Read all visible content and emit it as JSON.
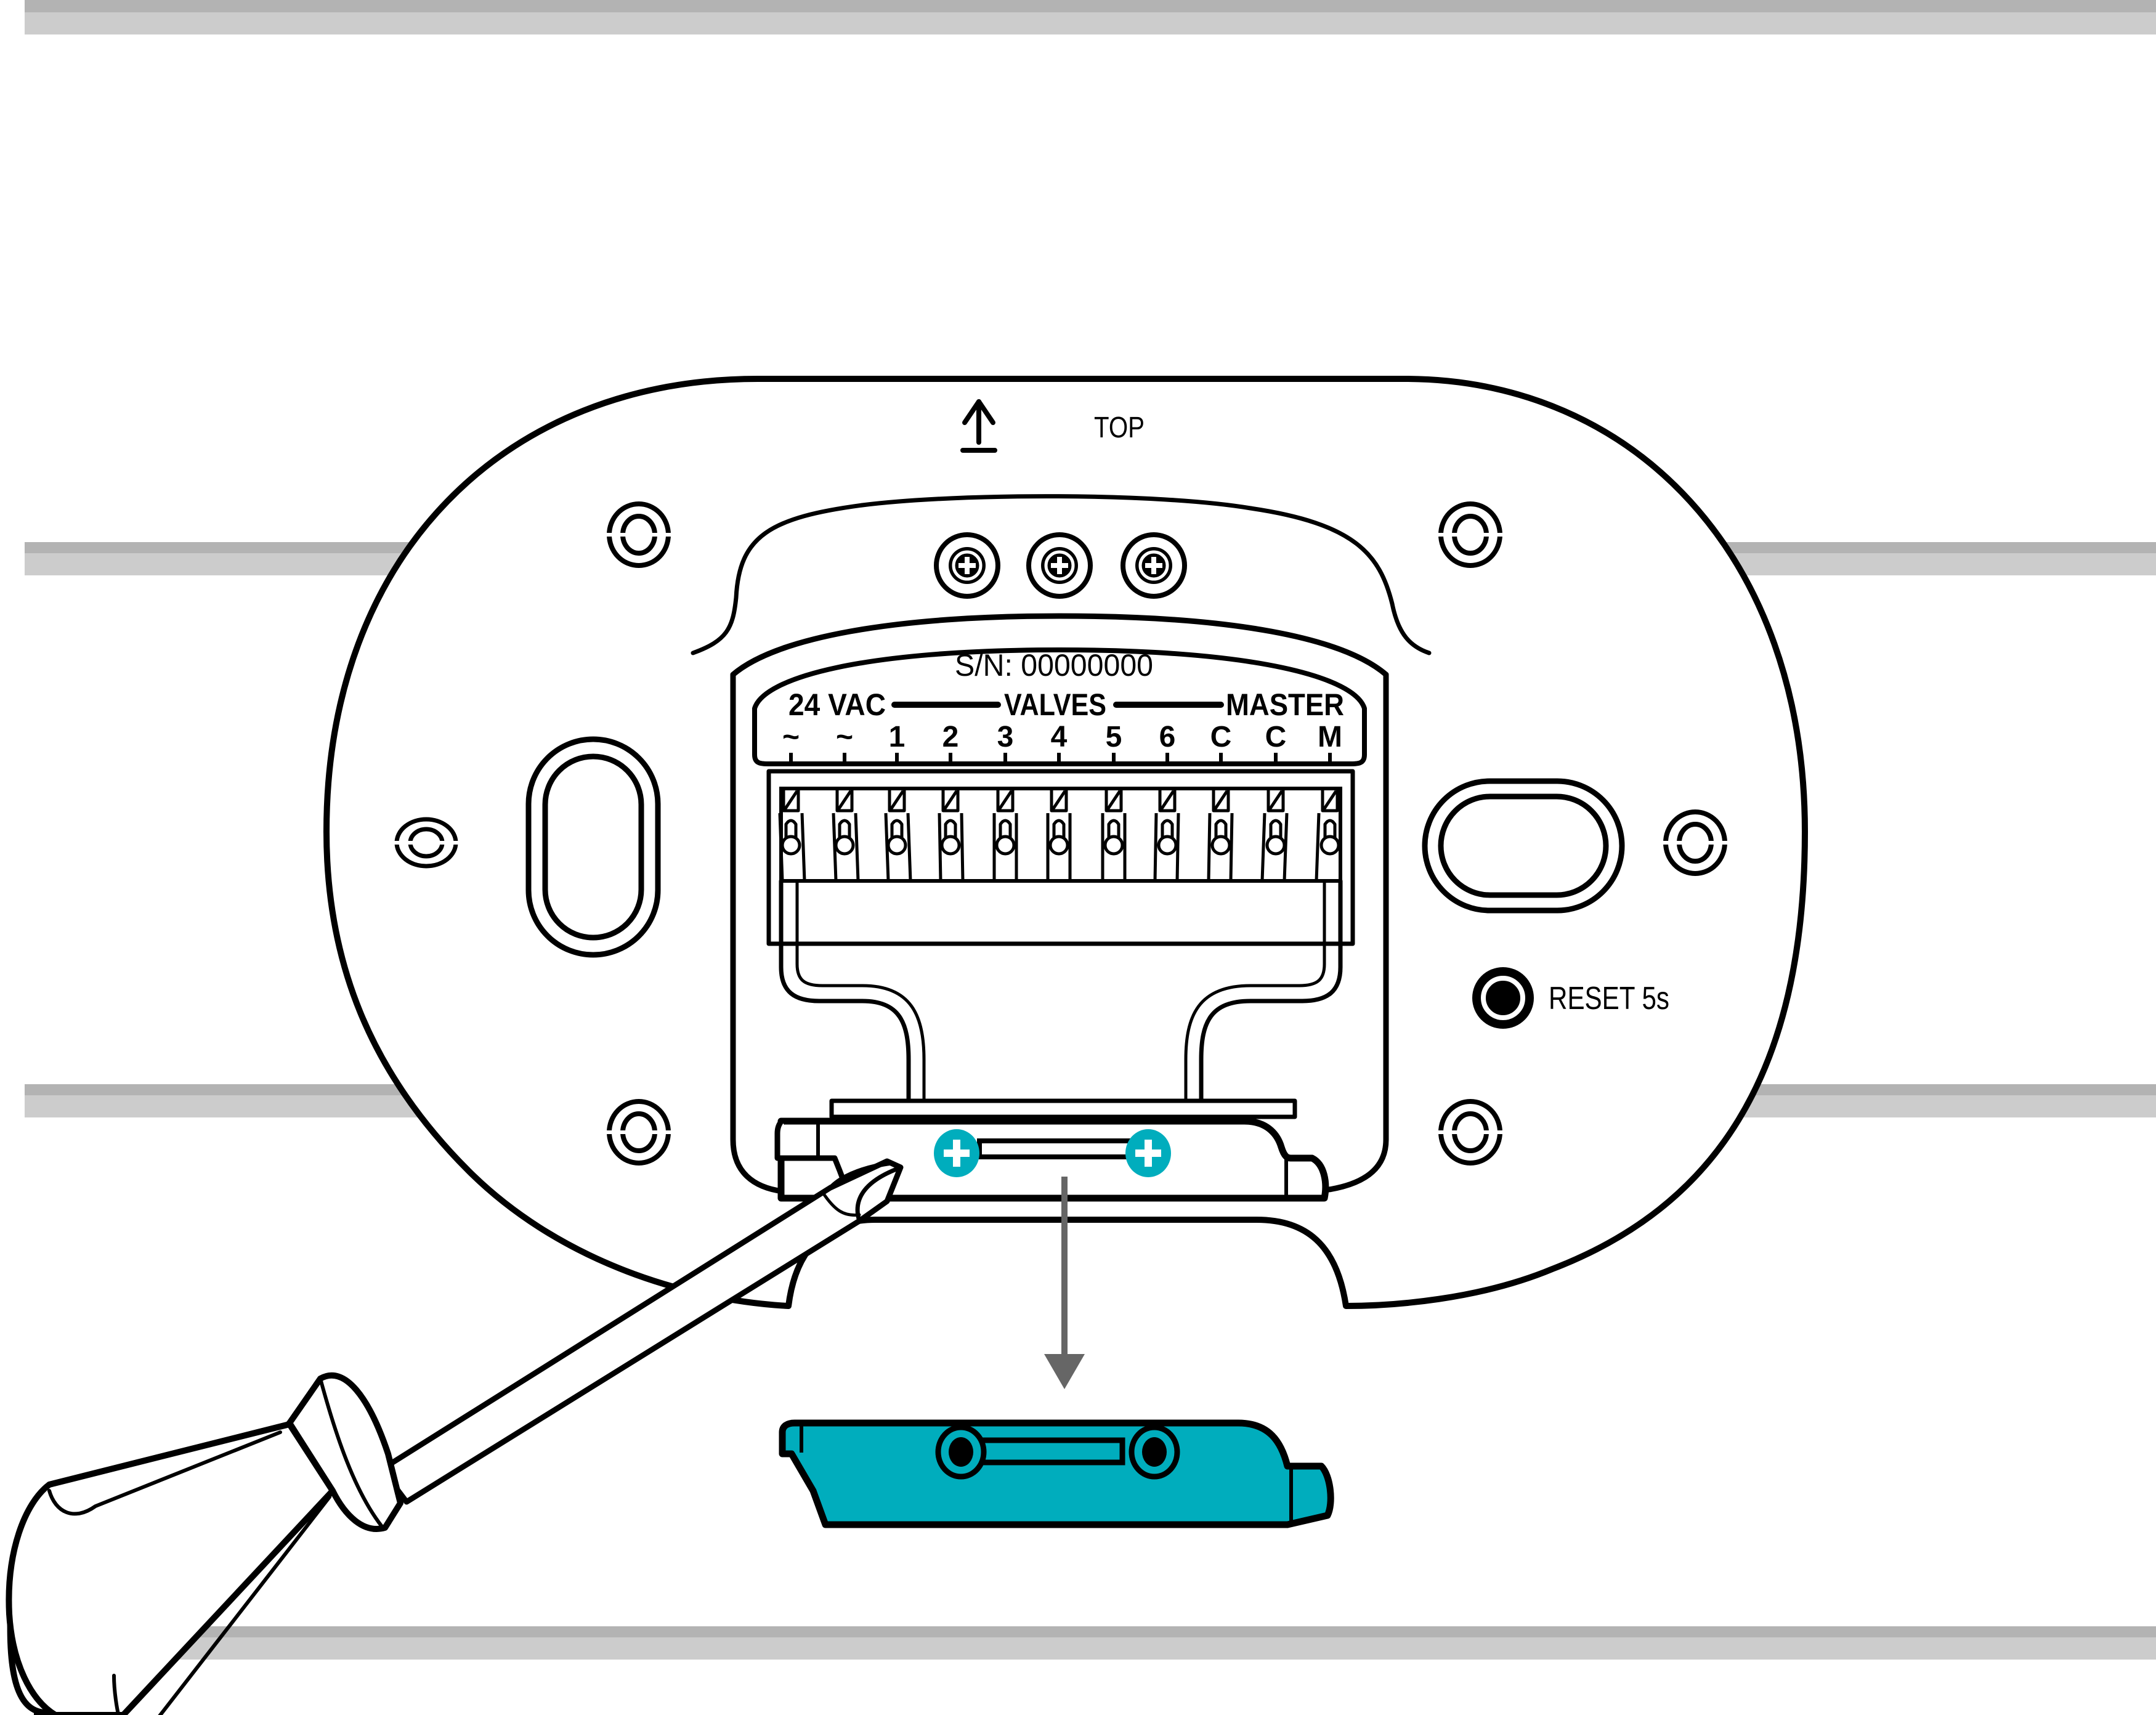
{
  "illustration": {
    "subject": "Controller wall mounting plate — removing terminal cover clip with screwdriver",
    "colors": {
      "background": "#ffffff",
      "siding_dark": "#b3b3b3",
      "siding_light": "#cccccc",
      "outline": "#000000",
      "accent_teal": "#00adbd",
      "arrow_gray": "#666666"
    }
  },
  "plate": {
    "orientation_label": "TOP",
    "orientation_icon": "arrow-up-icon",
    "serial_label": "S/N: 00000000",
    "reset": {
      "label": "RESET 5s",
      "icon": "reset-button-icon"
    }
  },
  "terminal_block": {
    "group_labels": {
      "power": "24 VAC",
      "valves": "VALVES",
      "master": "MASTER"
    },
    "terminals": [
      "~",
      "~",
      "1",
      "2",
      "3",
      "4",
      "5",
      "6",
      "C",
      "C",
      "M"
    ]
  },
  "cover_clip": {
    "screw_icons": [
      "phillips-screw-icon",
      "phillips-screw-icon"
    ],
    "direction": "down"
  }
}
